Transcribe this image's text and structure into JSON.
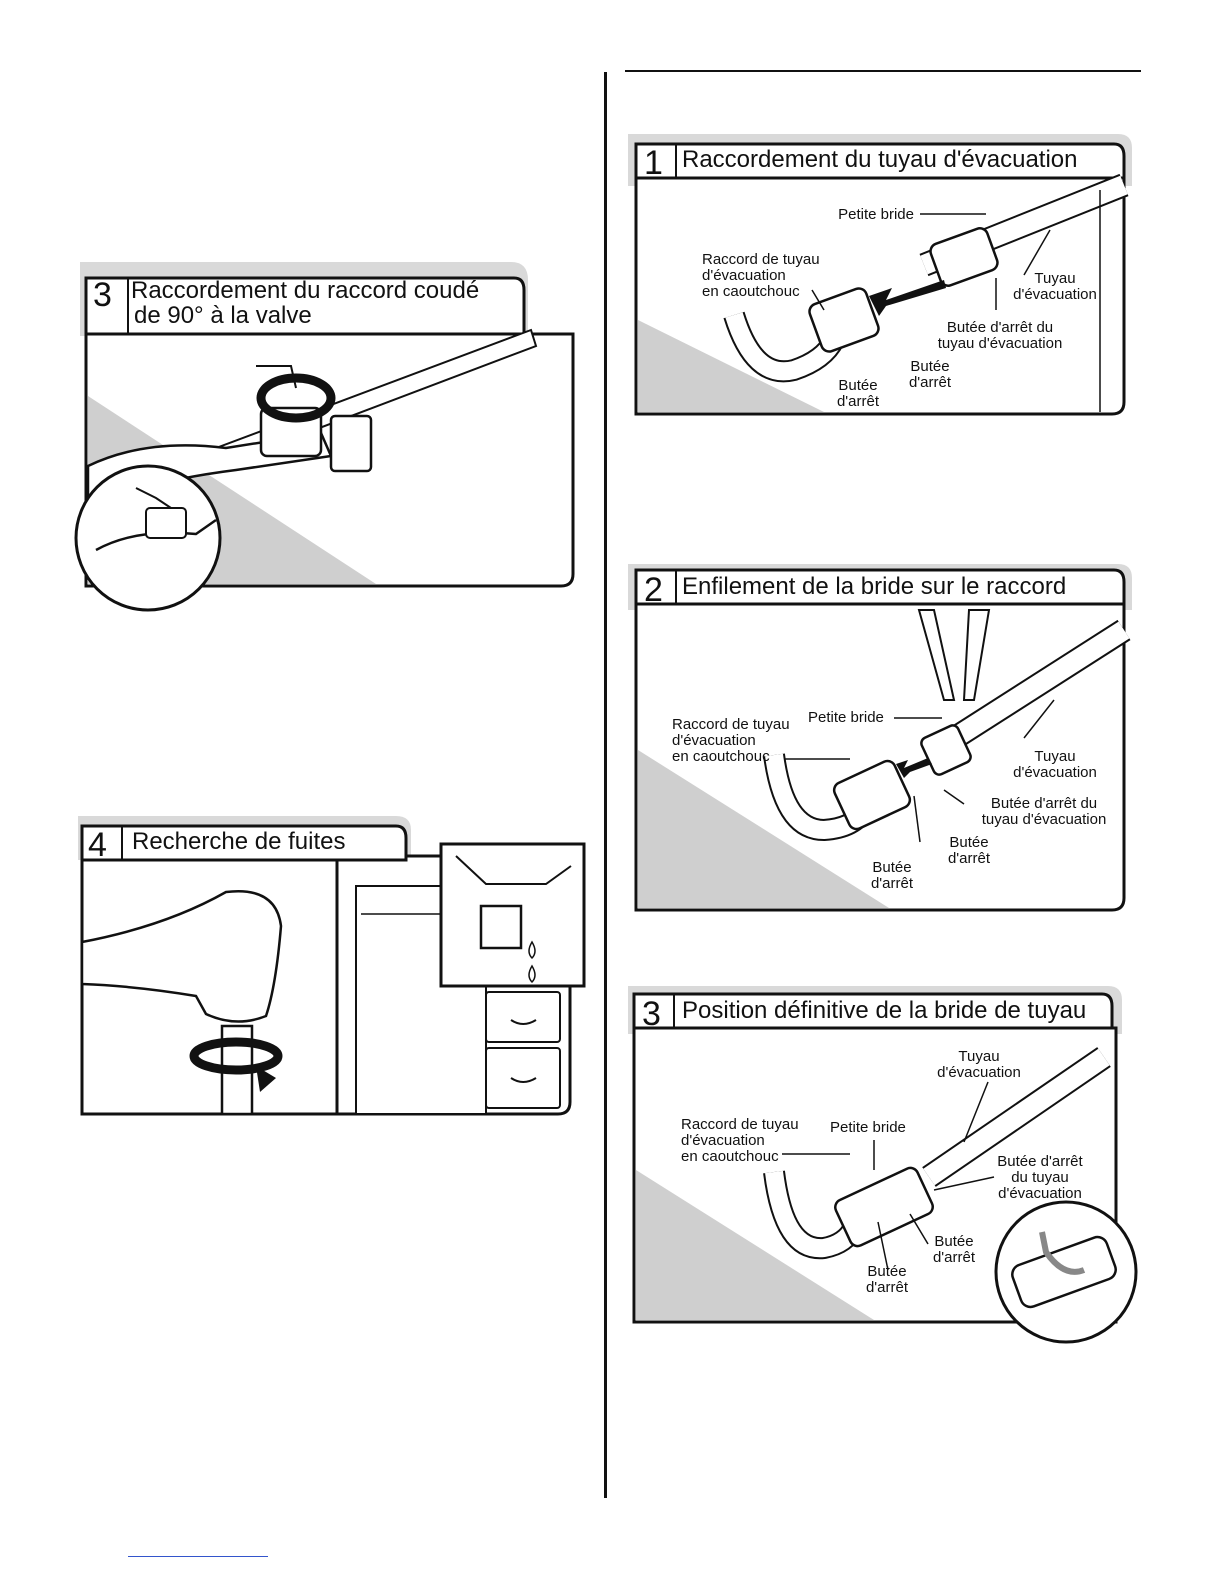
{
  "left": {
    "step3": {
      "number": "3",
      "title_line1": "Raccordement du raccord coudé",
      "title_line2": "de 90° à la valve"
    },
    "step4": {
      "number": "4",
      "title": "Recherche de fuites"
    }
  },
  "right": {
    "step1": {
      "number": "1",
      "title": "Raccordement du tuyau d'évacuation",
      "labels": {
        "small_clamp": "Petite bride",
        "rubber_l1": "Raccord de tuyau",
        "rubber_l2": "d'évacuation",
        "rubber_l3": "en caoutchouc",
        "hose_l1": "Tuyau",
        "hose_l2": "d'évacuation",
        "hose_stop_l1": "Butée d'arrêt du",
        "hose_stop_l2": "tuyau d'évacuation",
        "stop_a_l1": "Butée",
        "stop_a_l2": "d'arrêt",
        "stop_b_l1": "Butée",
        "stop_b_l2": "d'arrêt"
      }
    },
    "step2": {
      "number": "2",
      "title": "Enfilement de la bride sur le raccord",
      "labels": {
        "small_clamp": "Petite bride",
        "rubber_l1": "Raccord de tuyau",
        "rubber_l2": "d'évacuation",
        "rubber_l3": "en caoutchouc",
        "hose_l1": "Tuyau",
        "hose_l2": "d'évacuation",
        "hose_stop_l1": "Butée d'arrêt du",
        "hose_stop_l2": "tuyau d'évacuation",
        "stop_a_l1": "Butée",
        "stop_a_l2": "d'arrêt",
        "stop_b_l1": "Butée",
        "stop_b_l2": "d'arrêt"
      }
    },
    "step3": {
      "number": "3",
      "title": "Position définitive de la bride de tuyau",
      "labels": {
        "small_clamp": "Petite bride",
        "rubber_l1": "Raccord de tuyau",
        "rubber_l2": "d'évacuation",
        "rubber_l3": "en caoutchouc",
        "hose_l1": "Tuyau",
        "hose_l2": "d'évacuation",
        "hose_stop_l1": "Butée d'arrêt",
        "hose_stop_l2": "du tuyau",
        "hose_stop_l3": "d'évacuation",
        "stop_a_l1": "Butée",
        "stop_a_l2": "d'arrêt",
        "stop_b_l1": "Butée",
        "stop_b_l2": "d'arrêt"
      }
    }
  },
  "colors": {
    "ink": "#111111",
    "floor_gray": "#cfcfcf",
    "tab_shadow": "#d9d9d9",
    "hose_fill": "#ffffff"
  }
}
